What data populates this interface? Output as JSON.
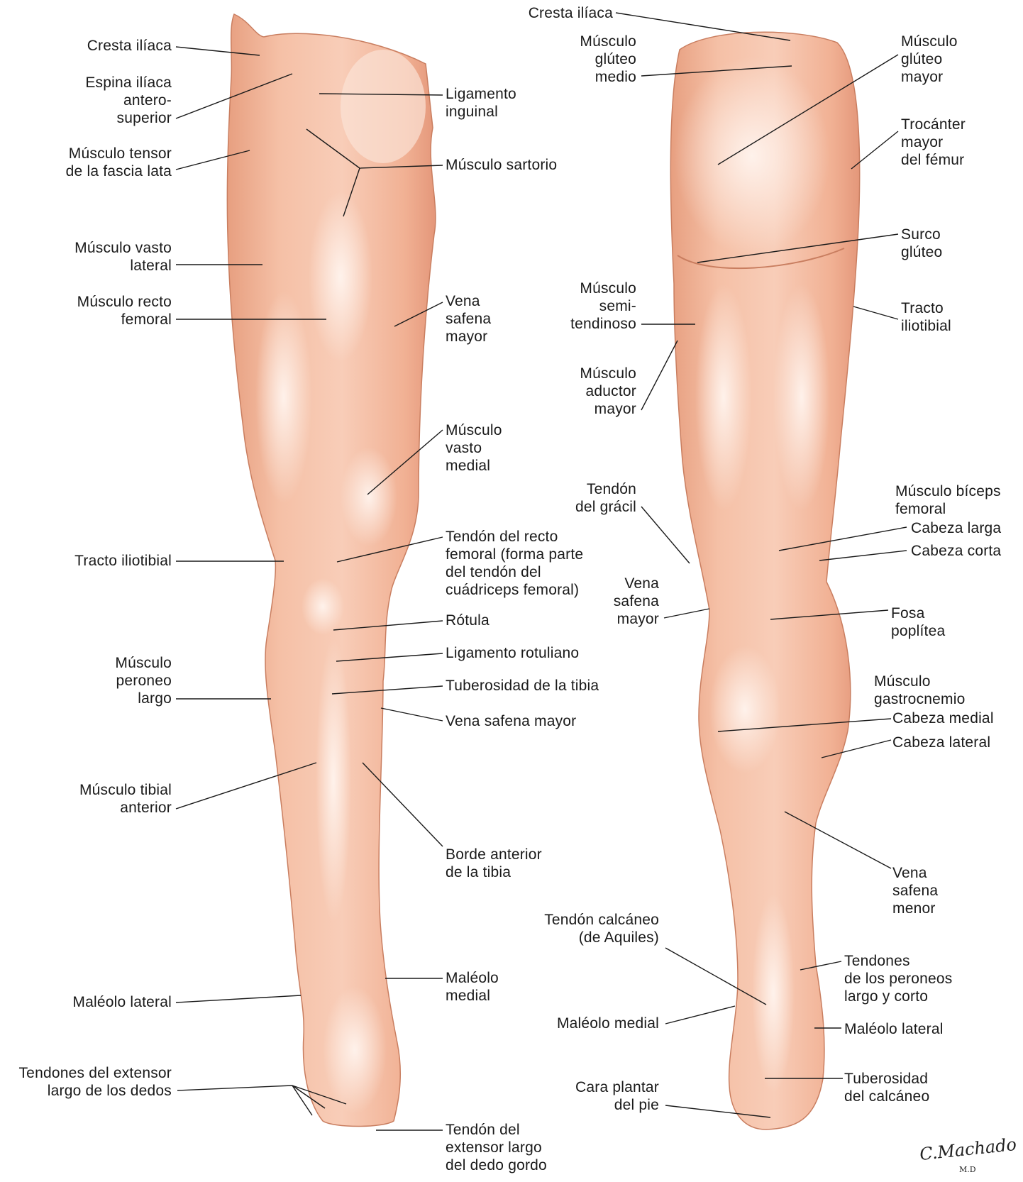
{
  "colors": {
    "skin": "#f3b89d",
    "skin_shadow": "#e29c7c",
    "highlight": "#fde9df",
    "leader_line": "#1a1a1a",
    "text": "#1a1a1a"
  },
  "anterior": {
    "left_labels": {
      "cresta_iliaca": "Cresta ilíaca",
      "espina_iliaca": "Espina ilíaca\nantero-\nsuperior",
      "tensor_fascia": "Músculo tensor\nde la fascia lata",
      "vasto_lateral": "Músculo vasto\nlateral",
      "recto_femoral": "Músculo recto\nfemoral",
      "tracto_iliotibial": "Tracto iliotibial",
      "peroneo_largo": "Músculo\nperoneo\nlargo",
      "tibial_anterior": "Músculo tibial\nanterior",
      "maleolo_lateral": "Maléolo lateral",
      "extensor_dedos": "Tendones del extensor\nlargo de los dedos"
    },
    "right_labels": {
      "ligamento_inguinal": "Ligamento\ninguinal",
      "sartorio": "Músculo sartorio",
      "safena_mayor_1": "Vena\nsafena\nmayor",
      "vasto_medial": "Músculo\nvasto\nmedial",
      "tendon_recto": "Tendón del recto\nfemoral (forma parte\ndel tendón del\ncuádriceps femoral)",
      "rotula": "Rótula",
      "ligamento_rotuliano": "Ligamento rotuliano",
      "tuberosidad_tibia": "Tuberosidad de la tibia",
      "safena_mayor_2": "Vena safena mayor",
      "borde_tibia": "Borde anterior\nde la tibia",
      "maleolo_medial": "Maléolo\nmedial",
      "extensor_dedo_gordo": "Tendón del\nextensor largo\ndel dedo gordo"
    }
  },
  "posterior": {
    "left_labels": {
      "cresta_iliaca": "Cresta ilíaca",
      "gluteo_medio": "Músculo\nglúteo\nmedio",
      "semitendinoso": "Músculo\nsemi-\ntendinoso",
      "aductor_mayor": "Músculo\naductor\nmayor",
      "tendon_gracil": "Tendón\ndel grácil",
      "safena_mayor": "Vena\nsafena\nmayor",
      "tendon_calcaneo": "Tendón calcáneo\n(de Aquiles)",
      "maleolo_medial": "Maléolo medial",
      "cara_plantar": "Cara plantar\ndel pie"
    },
    "right_labels": {
      "gluteo_mayor": "Músculo\nglúteo\nmayor",
      "trocanter": "Trocánter\nmayor\ndel fémur",
      "surco_gluteo": "Surco\nglúteo",
      "tracto_iliotibial": "Tracto\niliotibial",
      "biceps_femoral": "Músculo bíceps\nfemoral",
      "cabeza_larga": "Cabeza larga",
      "cabeza_corta": "Cabeza corta",
      "fosa_poplitea": "Fosa\npoplítea",
      "gastrocnemio": "Músculo\ngastrocnemio",
      "cabeza_medial": "Cabeza medial",
      "cabeza_lateral": "Cabeza lateral",
      "safena_menor": "Vena\nsafena\nmenor",
      "tendones_peroneos": "Tendones\nde los peroneos\nlargo y corto",
      "maleolo_lateral": "Maléolo lateral",
      "tuberosidad_calcaneo": "Tuberosidad\ndel calcáneo"
    }
  },
  "signature": {
    "name": "C.Machado",
    "suffix": "M.D"
  }
}
